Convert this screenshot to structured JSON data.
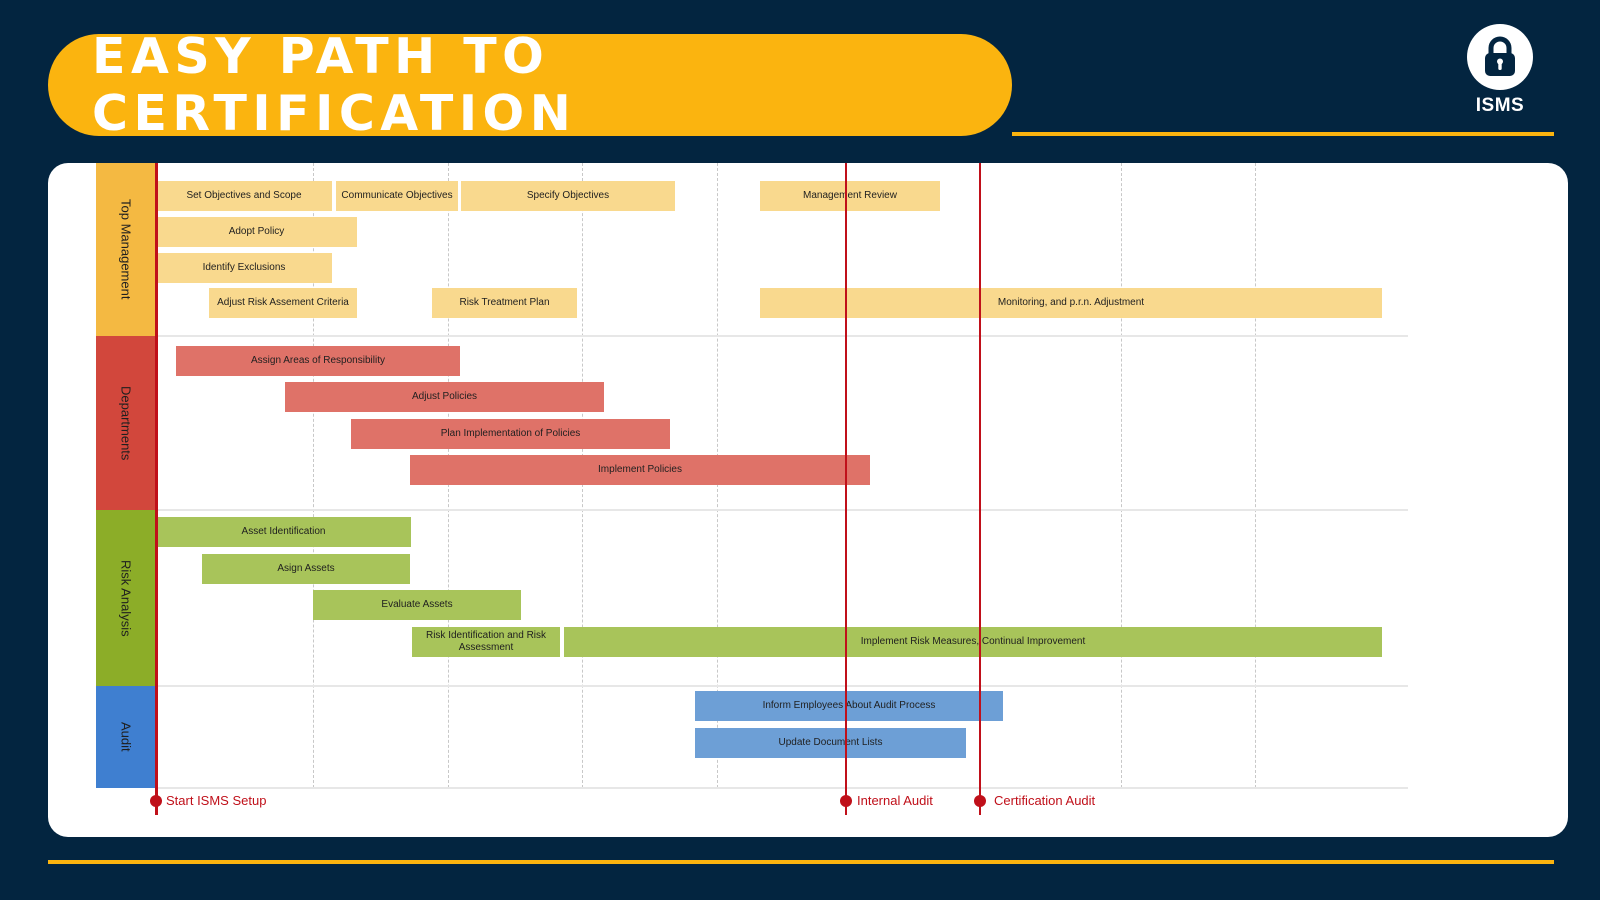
{
  "header": {
    "title": "EASY PATH TO CERTIFICATION",
    "logo_text": "ISMS",
    "accent_color": "#fbb40f",
    "background_color": "#032540"
  },
  "lanes": {
    "top_management": "Top Management",
    "departments": "Departments",
    "risk_analysis": "Risk Analysis",
    "audit": "Audit"
  },
  "tasks": {
    "top_management": {
      "set_objectives": "Set Objectives and Scope",
      "communicate_objectives": "Communicate Objectives",
      "specify_objectives": "Specify Objectives",
      "management_review": "Management Review",
      "adopt_policy": "Adopt Policy",
      "identify_exclusions": "Identify Exclusions",
      "adjust_risk_criteria": "Adjust Risk Assement Criteria",
      "risk_treatment_plan": "Risk Treatment Plan",
      "monitoring": "Monitoring, and p.r.n. Adjustment"
    },
    "departments": {
      "assign_areas": "Assign Areas of Responsibility",
      "adjust_policies": "Adjust Policies",
      "plan_implementation": "Plan Implementation of Policies",
      "implement_policies": "Implement Policies"
    },
    "risk_analysis": {
      "asset_identification": "Asset Identification",
      "assign_assets": "Asign Assets",
      "evaluate_assets": "Evaluate Assets",
      "risk_identification": "Risk Identification and Risk Assessment",
      "implement_measures": "Implement Risk Measures, Continual Improvement"
    },
    "audit": {
      "inform_employees": "Inform Employees About Audit Process",
      "update_document_lists": "Update Document Lists"
    }
  },
  "milestones": {
    "start": "Start ISMS Setup",
    "internal_audit": "Internal Audit",
    "certification_audit": "Certification Audit"
  },
  "colors": {
    "top_management": "#f4b942",
    "departments": "#d2473c",
    "risk_analysis": "#8cad28",
    "audit": "#3f7fd0",
    "milestone": "#c0101a"
  }
}
